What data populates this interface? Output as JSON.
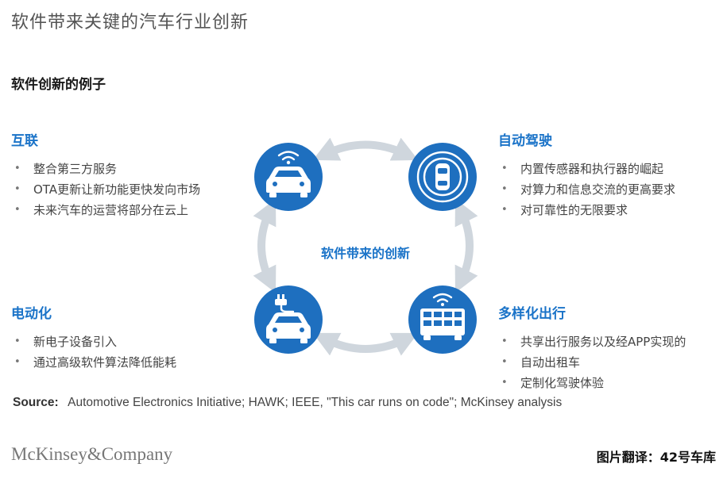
{
  "header": {
    "title": "软件带来关键的汽车行业创新",
    "subtitle": "软件创新的例子"
  },
  "center_label": "软件带来的创新",
  "sections": {
    "connectivity": {
      "title": "互联",
      "items": [
        "整合第三方服务",
        "OTA更新让新功能更快发向市场",
        "未来汽车的运营将部分在云上"
      ]
    },
    "autonomous": {
      "title": "自动驾驶",
      "items": [
        "内置传感器和执行器的崛起",
        "对算力和信息交流的更高要求",
        "对可靠性的无限要求"
      ]
    },
    "electrification": {
      "title": "电动化",
      "items": [
        "新电子设备引入",
        "通过高级软件算法降低能耗"
      ]
    },
    "mobility": {
      "title": "多样化出行",
      "items": [
        "共享出行服务以及经APP实现的",
        "自动出租车",
        "定制化驾驶体验"
      ]
    }
  },
  "source": {
    "label": "Source:",
    "text": "Automotive Electronics Initiative; HAWK; IEEE, \"This car runs on code\"; McKinsey analysis"
  },
  "footer": {
    "logo": "McKinsey&Company",
    "credit": "图片翻译：42号车库"
  },
  "colors": {
    "accent": "#1a73c8",
    "circle": "#1e6fbf",
    "arrow": "#cfd6dd"
  },
  "icons": [
    "connected-car-icon",
    "autonomous-car-icon",
    "electric-car-icon",
    "shared-bus-icon"
  ]
}
